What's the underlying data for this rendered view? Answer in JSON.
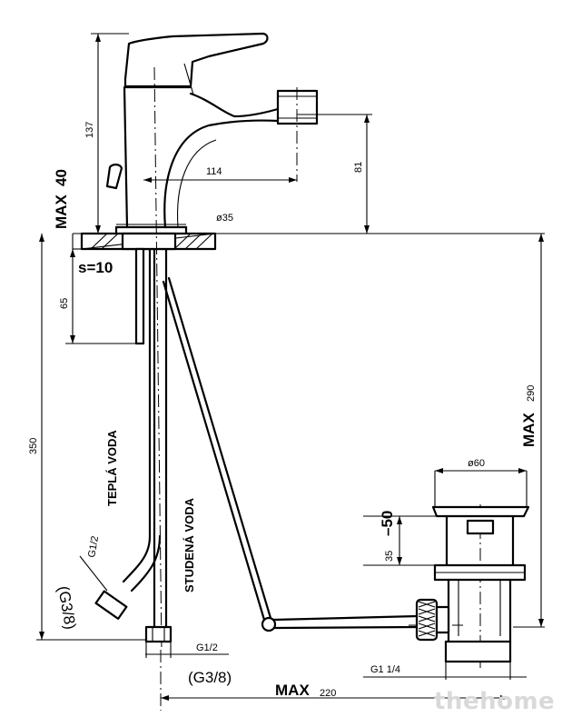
{
  "dimensions": {
    "height_137": "137",
    "max_label_top": "MAX",
    "max_40": "40",
    "reach_114": "114",
    "height_81": "81",
    "diameter_35": "ø35",
    "thickness_s10": "s=10",
    "depth_65": "65",
    "height_350": "350",
    "max_label_right": "MAX",
    "depth_290": "290",
    "diameter_60": "ø60",
    "range_35_50_a": "35",
    "range_35_50_b": "–50",
    "thread_g1_2_hot": "G1/2",
    "thread_g3_8_hot": "(G3/8)",
    "thread_g1_2_cold": "G1/2",
    "thread_g3_8_cold": "(G3/8)",
    "thread_g1_1_4": "G1  1/4",
    "max_label_bottom": "MAX",
    "length_220": "220"
  },
  "labels": {
    "hot_water": "TEPLÁ VODA",
    "cold_water": "STUDENÁ VODA"
  },
  "watermark": "thehome",
  "colors": {
    "line": "#000000",
    "background": "#ffffff",
    "watermark": "#d9d9d9"
  }
}
